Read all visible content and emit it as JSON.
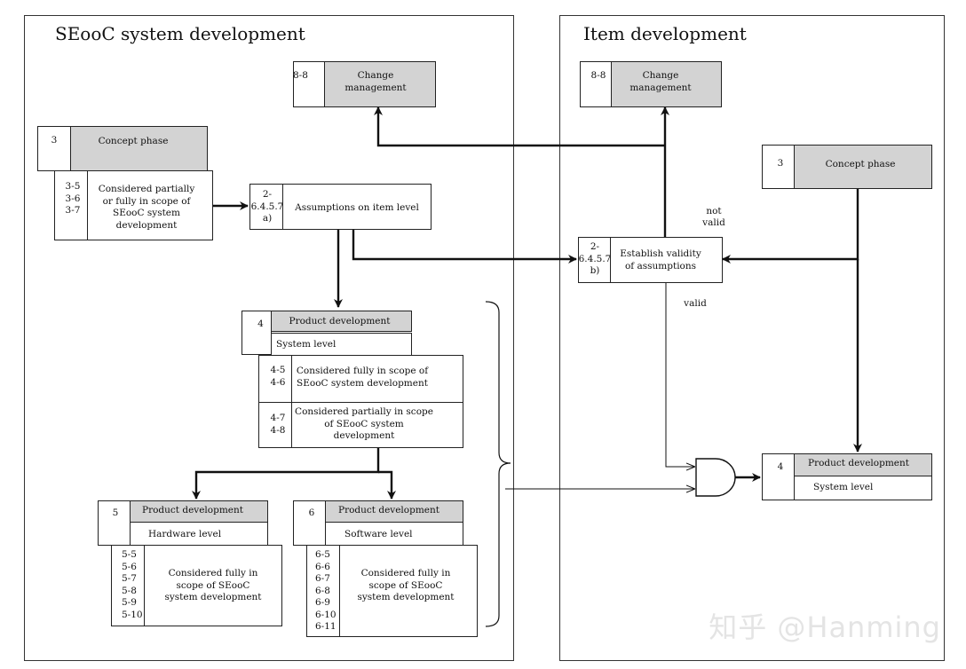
{
  "panels": {
    "left_title": "SEooC system development",
    "right_title": "Item development"
  },
  "left": {
    "change_mgmt": {
      "num": "8-8",
      "text": "Change\nmanagement"
    },
    "concept": {
      "num": "3",
      "text": "Concept phase",
      "sub_nums": "3-5\n3-6\n3-7",
      "sub_text": "Considered partially\nor fully in scope of\nSEooC system\ndevelopment"
    },
    "assumptions": {
      "num": "2-\n6.4.5.7\na)",
      "text": "Assumptions on item level"
    },
    "product_system": {
      "num": "4",
      "title": "Product development",
      "level": "System level",
      "row1_nums": "4-5\n4-6",
      "row1_text": "Considered fully in scope of\nSEooC system development",
      "row2_nums": "4-7\n4-8",
      "row2_text": "Considered partially in scope\nof SEooC system\ndevelopment"
    },
    "product_hw": {
      "num": "5",
      "title": "Product development",
      "level": "Hardware level",
      "nums": "5-5\n5-6\n5-7\n5-8\n5-9\n5-10",
      "text": "Considered fully in\nscope of SEooC\nsystem development"
    },
    "product_sw": {
      "num": "6",
      "title": "Product development",
      "level": "Software level",
      "nums": "6-5\n6-6\n6-7\n6-8\n6-9\n6-10\n6-11",
      "text": "Considered fully in\nscope of SEooC\nsystem development"
    }
  },
  "right": {
    "change_mgmt": {
      "num": "8-8",
      "text": "Change\nmanagement"
    },
    "concept": {
      "num": "3",
      "text": "Concept phase"
    },
    "validity": {
      "num": "2-\n6.4.5.7\nb)",
      "text": "Establish validity\nof assumptions"
    },
    "not_valid": "not\nvalid",
    "valid": "valid",
    "product": {
      "num": "4",
      "title": "Product development",
      "level": "System level"
    }
  },
  "watermark": "知乎 @Hanming"
}
